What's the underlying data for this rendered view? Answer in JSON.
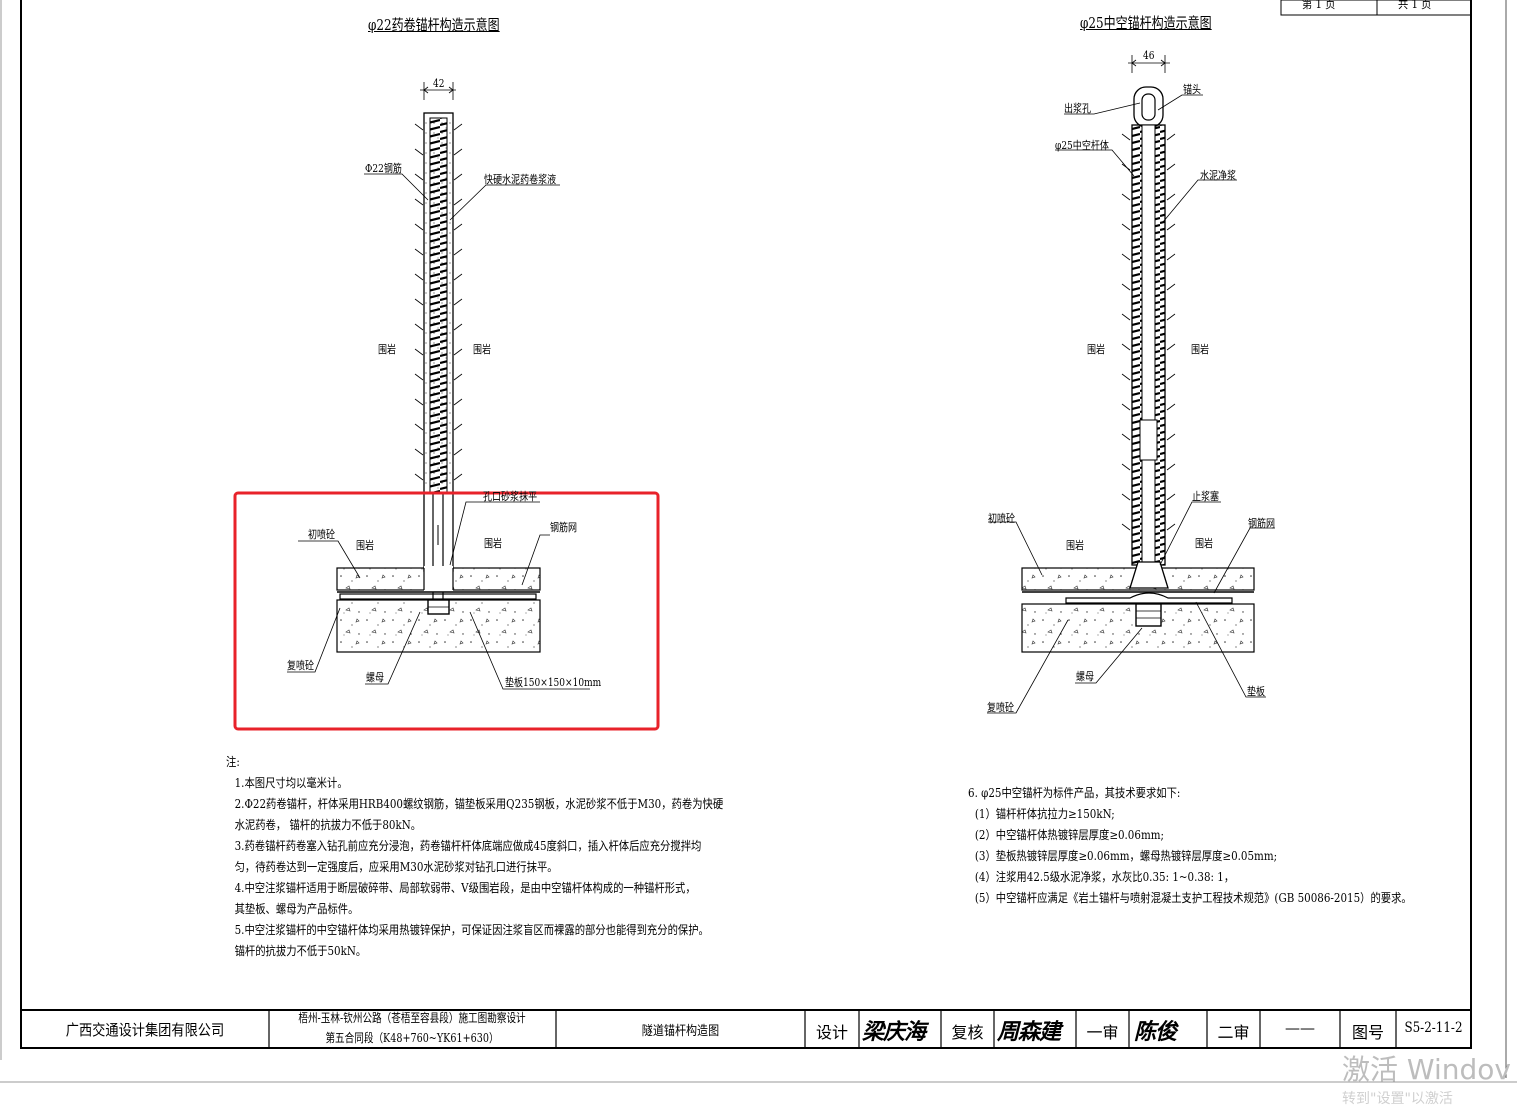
{
  "pager": {
    "page_label": "第 1 页",
    "total_label": "共 1 页"
  },
  "left_figure": {
    "title": "φ22药卷锚杆构造示意图",
    "dim_width": "42",
    "labels": {
      "rebar": "Φ22钢筋",
      "cement_cartridge": "快硬水泥药卷浆液",
      "rock_left": "围岩",
      "rock_right": "围岩",
      "hole_mortar": "孔口砂浆抹平",
      "initial_shotcrete": "初喷砼",
      "rock_lower_left": "围岩",
      "rock_lower_right": "围岩",
      "mesh": "钢筋网",
      "re_shotcrete": "复喷砼",
      "nut": "螺母",
      "plate": "垫板150×150×10mm"
    }
  },
  "right_figure": {
    "title": "φ25中空锚杆构造示意图",
    "dim_width": "46",
    "labels": {
      "anchor_head": "锚头",
      "grout_outlet": "出浆孔",
      "hollow_bar": "φ25中空杆体",
      "cement_grout": "水泥净浆",
      "rock_left": "围岩",
      "rock_right": "围岩",
      "stopper": "止浆塞",
      "initial_shotcrete": "初喷砼",
      "mesh": "钢筋网",
      "rock_lower_left": "围岩",
      "rock_lower_right": "围岩",
      "nut": "螺母",
      "plate": "垫板",
      "re_shotcrete": "复喷砼"
    }
  },
  "notes_left": {
    "heading": "注:",
    "lines": [
      "1.本图尺寸均以毫米计。",
      "2.Φ22药卷锚杆，杆体采用HRB400螺纹钢筋，锚垫板采用Q235钢板，水泥砂浆不低于M30，药卷为快硬",
      "   水泥药卷， 锚杆的抗拔力不低于80kN。",
      "3.药卷锚杆药卷塞入钻孔前应充分浸泡，药卷锚杆杆体底端应做成45度斜口，插入杆体后应充分搅拌均",
      "   匀，待药卷达到一定强度后，应采用M30水泥砂浆对钻孔口进行抹平。",
      "4.中空注浆锚杆适用于断层破碎带、局部软弱带、V级围岩段，是由中空锚杆体构成的一种锚杆形式，",
      "   其垫板、螺母为产品标件。",
      "5.中空注浆锚杆的中空锚杆体均采用热镀锌保护，可保证因注浆盲区而裸露的部分也能得到充分的保护。",
      "   锚杆的抗拔力不低于50kN。"
    ]
  },
  "notes_right": {
    "lines": [
      "6. φ25中空锚杆为标件产品，其技术要求如下:",
      "   (1）锚杆杆体抗拉力≥150kN;",
      "   (2）中空锚杆体热镀锌层厚度≥0.06mm;",
      "   (3）垫板热镀锌层厚度≥0.06mm，螺母热镀锌层厚度≥0.05mm;",
      "   (4）注浆用42.5级水泥净浆，水灰比0.35: 1~0.38: 1，",
      "   (5）中空锚杆应满足《岩土锚杆与喷射混凝土支护工程技术规范》(GB 50086-2015）的要求。"
    ]
  },
  "title_block": {
    "company": "广西交通设计集团有限公司",
    "project_line1": "梧州-玉林-钦州公路（苍梧至容县段）施工图勘察设计",
    "project_line2": "第五合同段（K48+760~YK61+630）",
    "drawing_name": "隧道锚杆构造图",
    "design_label": "设计",
    "design_sig": "梁庆海",
    "review_label": "复核",
    "review_sig": "周森建",
    "first_check_label": "一审",
    "first_check_sig": "陈俊",
    "second_check_label": "二审",
    "second_check_value": "——",
    "drawing_no_label": "图号",
    "drawing_no": "S5-2-11-2"
  },
  "highlight": {
    "color": "#e8222a"
  },
  "watermark": {
    "line1": "激活 Windov",
    "line2": "转到\"设置\"以激活"
  }
}
